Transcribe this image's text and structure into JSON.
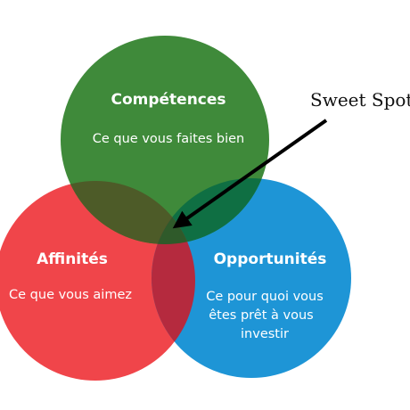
{
  "diagram": {
    "callout_label": "Sweet Spot",
    "circles": [
      {
        "key": "competences",
        "title": "Compétences",
        "description": [
          "Ce que vous faites bien"
        ],
        "color": "#3f8a3a"
      },
      {
        "key": "affinites",
        "title": "Affinités",
        "description": [
          "Ce que vous aimez"
        ],
        "color": "#f0454a"
      },
      {
        "key": "opportunites",
        "title": "Opportunités",
        "description": [
          "Ce pour quoi vous",
          "êtes prêt à vous",
          "investir"
        ],
        "color": "#1e95d6"
      }
    ],
    "overlap_colors": {
      "competences_affinites": "#4d5b28",
      "competences_opportunites": "#0f6f43",
      "affinites_opportunites": "#b52a3e",
      "center": "#2f5a2a"
    },
    "arrow_color": "#000000"
  }
}
